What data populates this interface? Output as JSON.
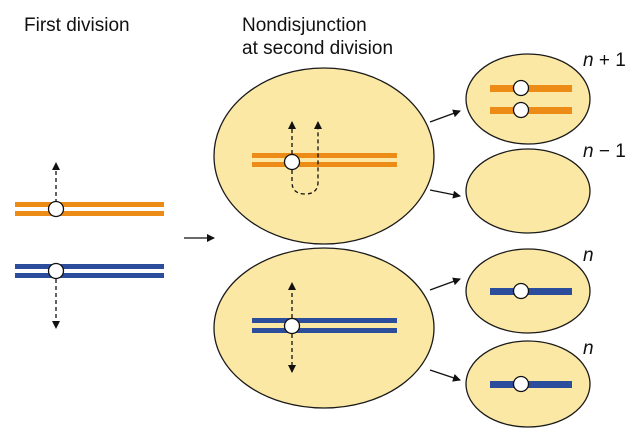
{
  "labels": {
    "first_division": "First division",
    "nondisjunction_line1": "Nondisjunction",
    "nondisjunction_line2": "at second division"
  },
  "daughter_cells": [
    {
      "var": "n",
      "suffix": " + 1"
    },
    {
      "var": "n",
      "suffix": " − 1"
    },
    {
      "var": "n",
      "suffix": ""
    },
    {
      "var": "n",
      "suffix": ""
    }
  ],
  "colors": {
    "cell_fill": "#fbe8a5",
    "cell_stroke": "#1a1a1a",
    "chromosome_orange": "#ec8c16",
    "chromosome_blue": "#2c4c9c",
    "centromere_fill": "#ffffff"
  }
}
